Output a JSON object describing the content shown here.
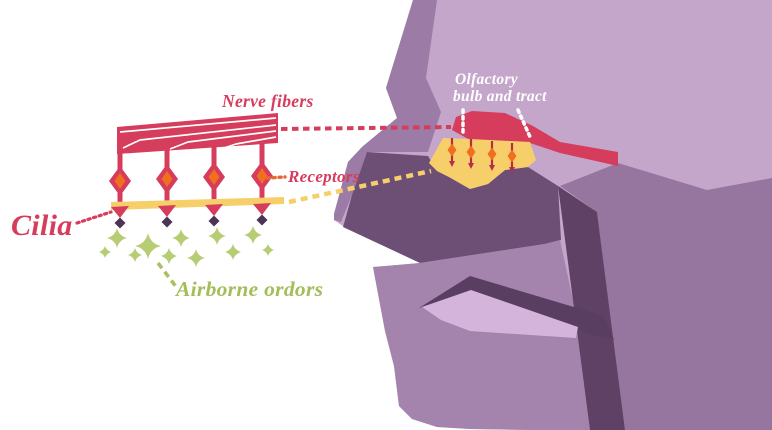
{
  "labels": {
    "nerve_fibers": "Nerve fibers",
    "receptors": "Receptors",
    "cilia": "Cilia",
    "airborne_odors": "Airborne ordors",
    "olfactory_line1": "Olfactory",
    "olfactory_line2": "bulb and tract"
  },
  "colors": {
    "background": "#ffffff",
    "crimson": "#d63c5c",
    "dark_red": "#b52e49",
    "orange": "#f0701f",
    "orange_dots": "#e4683a",
    "yellow": "#f6cf6b",
    "leader_green": "#a9c161",
    "sparkle_green": "#b7cd74",
    "label_green": "#a3bd57",
    "head_light": "#c5a6cb",
    "head_mid": "#9c7ba6",
    "jaw_mid": "#96759f",
    "face_mid": "#a484ad",
    "nose_shadow": "#6d4f75",
    "stripe_dark": "#5e4165",
    "mouth_dark": "#5a3e61",
    "lip": "#d4b4da",
    "cilia_tip_dark": "#4d3354",
    "label_white": "#ffffff"
  }
}
